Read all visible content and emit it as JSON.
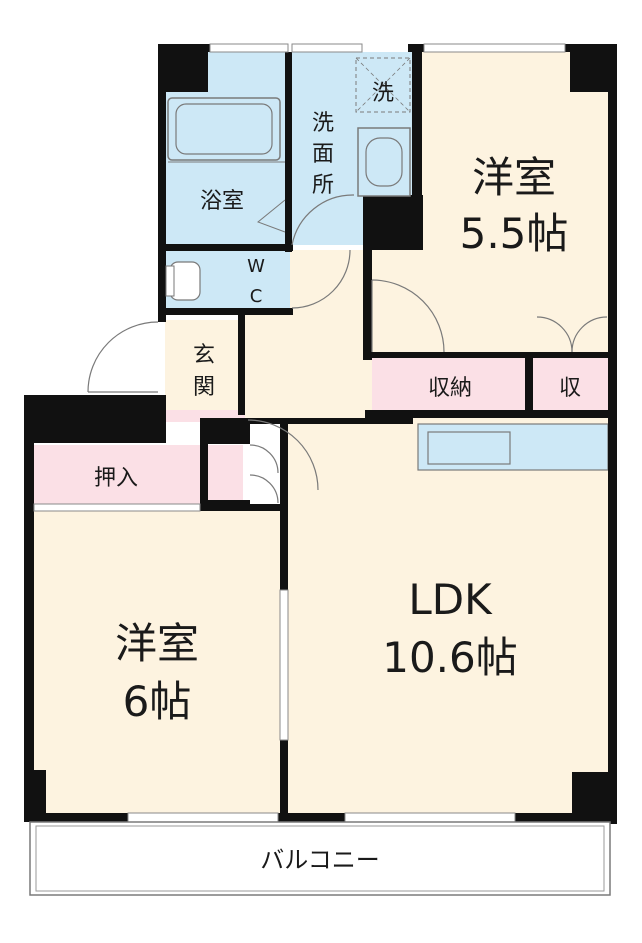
{
  "rooms": {
    "bedroom_a": {
      "name": "洋室",
      "size": "5.5帖"
    },
    "bedroom_b": {
      "name": "洋室",
      "size": "6帖"
    },
    "ldk": {
      "name": "LDK",
      "size": "10.6帖"
    },
    "bath": "浴室",
    "washroom": [
      "洗",
      "面",
      "所"
    ],
    "washer": "洗",
    "toilet": [
      "W",
      "C"
    ],
    "entrance": [
      "玄",
      "関"
    ],
    "storage": "収納",
    "storage_small": "収",
    "closet": "押入",
    "balcony": "バルコニー"
  },
  "colors": {
    "wall": "#111111",
    "room_floor": "#fdf3e0",
    "wet_area": "#cde8f6",
    "storage": "#fbe0e6",
    "balcony": "#ffffff"
  }
}
